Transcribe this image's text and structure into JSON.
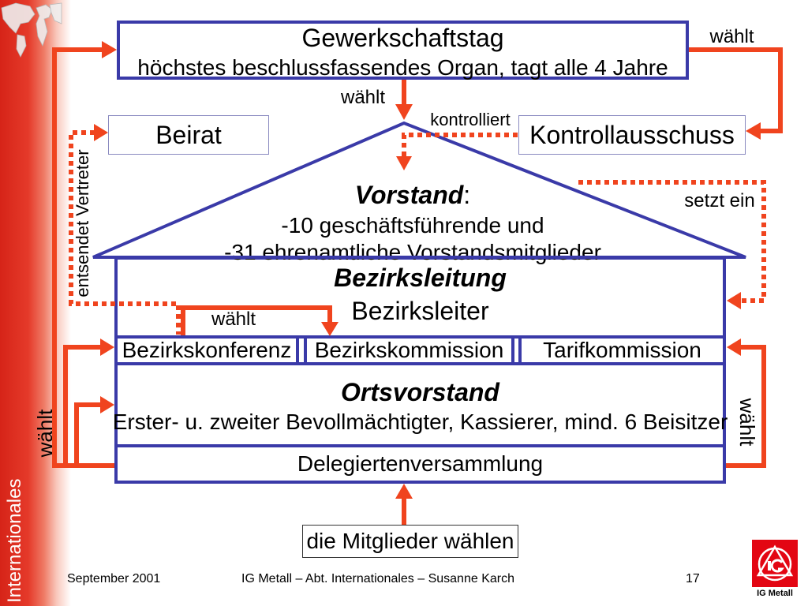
{
  "sidebar": {
    "label": "Internationales",
    "graphic_icon": "world-map-icon"
  },
  "diagram": {
    "gewerkschaftstag": {
      "title": "Gewerkschaftstag",
      "subtitle": "höchstes beschlussfassendes Organ, tagt alle 4 Jahre"
    },
    "beirat": "Beirat",
    "kontrollausschuss": "Kontrollausschuss",
    "vorstand": {
      "title": "Vorstand",
      "colon": ":",
      "line1": "-10 geschäftsführende und",
      "line2": "-31 ehrenamtliche Vorstandsmitglieder"
    },
    "bezirksleitung": {
      "title": "Bezirksleitung",
      "subtitle": "Bezirksleiter"
    },
    "bezirkskonferenz": "Bezirkskonferenz",
    "bezirkskommission": "Bezirkskommission",
    "tarifkommission": "Tarifkommission",
    "ortsvorstand": {
      "title": "Ortsvorstand",
      "subtitle": "Erster- u. zweiter Bevollmächtigter, Kassierer, mind. 6 Beisitzer"
    },
    "delegiertenversammlung": "Delegiertenversammlung",
    "mitglieder": "die Mitglieder wählen",
    "edge_labels": {
      "gewerkschaftstag_waehlt_kontrollausschuss": "wählt",
      "gewerkschaftstag_waehlt_vorstand": "wählt",
      "kontrolliert": "kontrolliert",
      "setzt_ein": "setzt ein",
      "entsendet_vertreter": "entsendet Vertreter",
      "bezirkskonferenz_waehlt": "wählt",
      "delegierte_waehlt_links": "wählt",
      "delegierte_waehlt_rechts": "wählt"
    }
  },
  "footer": {
    "date": "September 2001",
    "author_line": "IG Metall – Abt. Internationales – Susanne Karch",
    "page_number": "17"
  },
  "logo": {
    "icon": "ig-metall-logo-icon",
    "text": "IG Metall"
  },
  "colors": {
    "box_border": "#3a3aa8",
    "arrow": "#f0441e",
    "sidebar": "#dc2a1f",
    "logo": "#e30613",
    "sidebar_text": "#ffffff"
  }
}
